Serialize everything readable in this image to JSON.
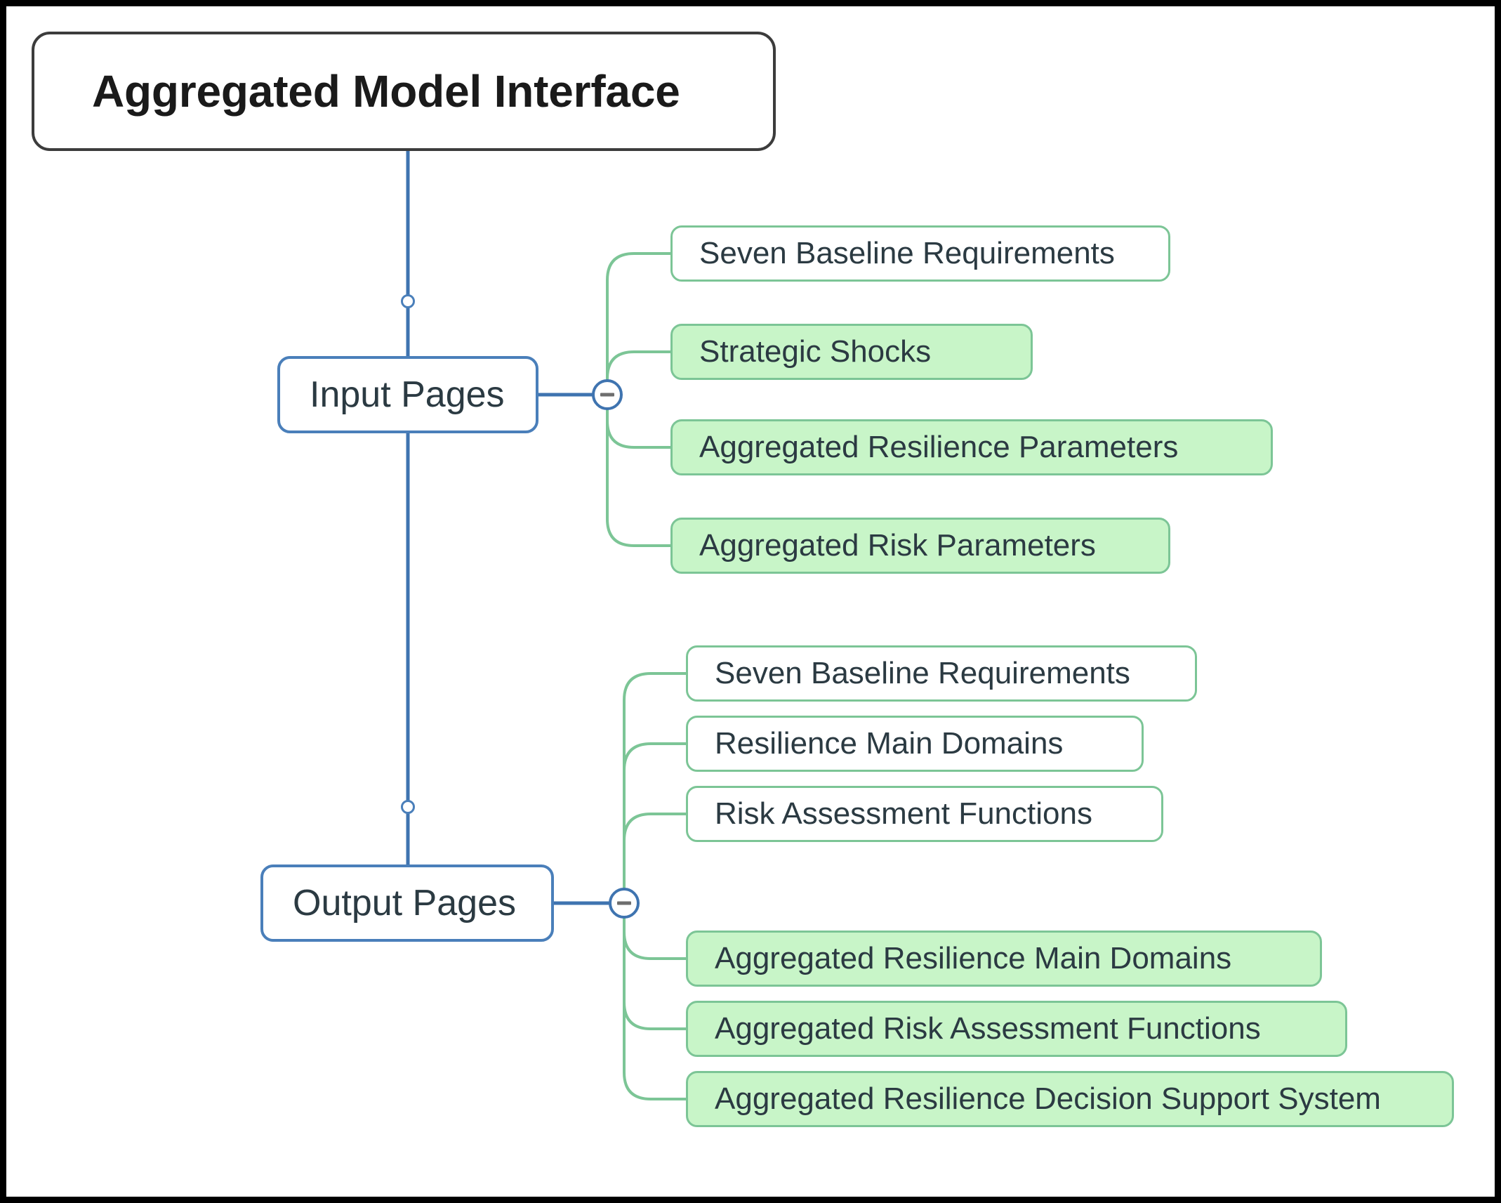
{
  "diagram": {
    "type": "mind-map",
    "title": "Aggregated Model Interface",
    "root": {
      "label": "Aggregated Model Interface",
      "style": "root",
      "border_color": "#3c3c3c",
      "fill_color": "#ffffff"
    },
    "branches": [
      {
        "id": "input-pages",
        "label": "Input Pages",
        "border_color": "#4a7fba",
        "fill_color": "#ffffff",
        "toggle": {
          "icon": "minus-circle-icon",
          "state": "expanded"
        },
        "children": [
          {
            "label": "Seven Baseline Requirements",
            "fill": "white"
          },
          {
            "label": "Strategic Shocks",
            "fill": "green"
          },
          {
            "label": "Aggregated Resilience Parameters",
            "fill": "green"
          },
          {
            "label": "Aggregated Risk Parameters",
            "fill": "green"
          }
        ]
      },
      {
        "id": "output-pages",
        "label": "Output Pages",
        "border_color": "#4a7fba",
        "fill_color": "#ffffff",
        "toggle": {
          "icon": "minus-circle-icon",
          "state": "expanded"
        },
        "children": [
          {
            "label": "Seven Baseline Requirements",
            "fill": "white"
          },
          {
            "label": "Resilience Main Domains",
            "fill": "white"
          },
          {
            "label": "Risk Assessment Functions",
            "fill": "white"
          },
          {
            "label": "Aggregated Resilience Main Domains",
            "fill": "green"
          },
          {
            "label": "Aggregated Risk Assessment Functions",
            "fill": "green"
          },
          {
            "label": "Aggregated Resilience Decision Support System",
            "fill": "green"
          }
        ]
      }
    ],
    "colors": {
      "leaf_border": "#7cc596",
      "leaf_fill_green": "#c8f5c8",
      "leaf_fill_white": "#ffffff",
      "branch_border": "#4a7fba",
      "connector_blue": "#3f74b0",
      "connector_green": "#7cc596",
      "frame": "#000000"
    }
  }
}
